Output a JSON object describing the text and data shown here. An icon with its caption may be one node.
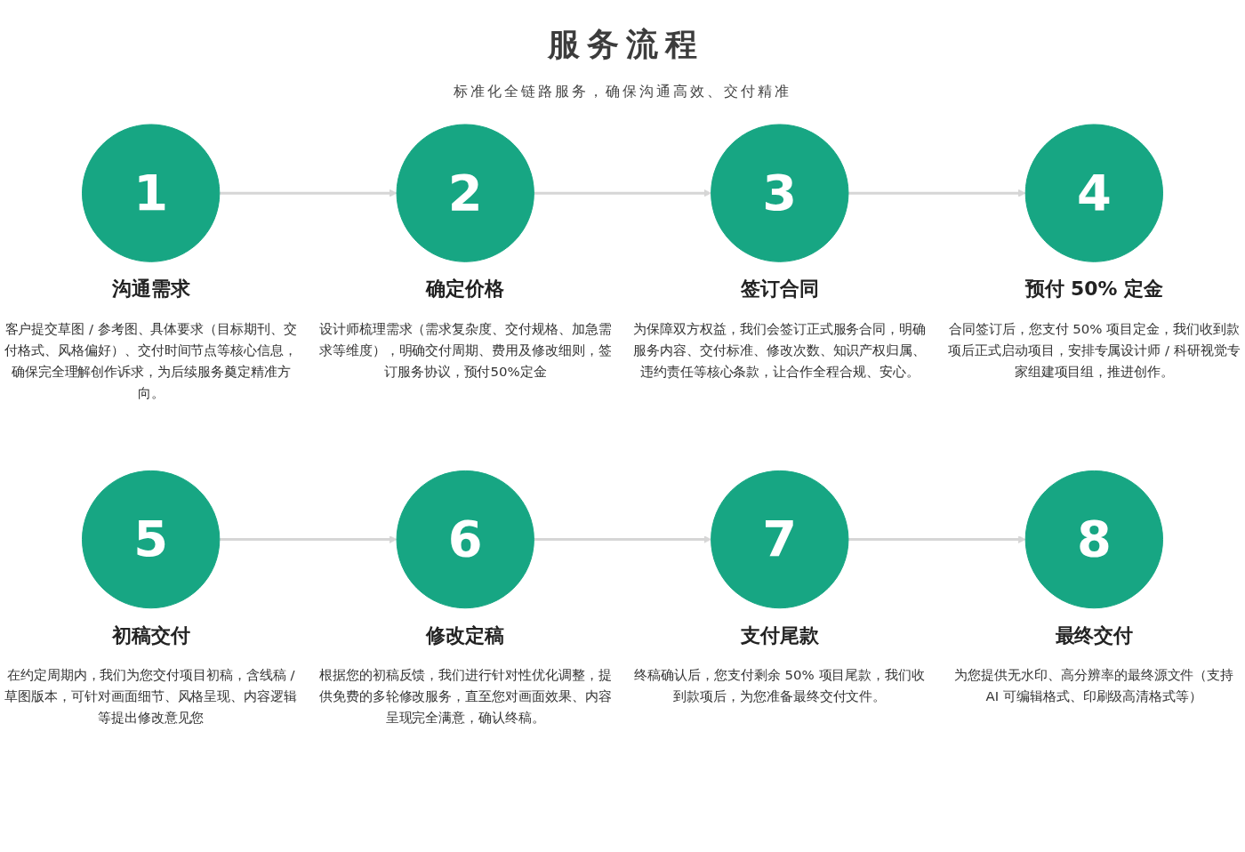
{
  "diagram": {
    "title": "服务流程",
    "nodes": [
      {
        "text": [
          "1"
        ],
        "beside": [
          "沟通需求",
          "客户提交草图 / 参考图、具体要求（目标期刊、交付格式、风格偏好）、交付时间节点等核心信息，确保完全理解创作诉求，为后续服务奠定精准方向。"
        ]
      },
      {
        "text": [
          "2"
        ],
        "beside": [
          "确定价格",
          "设计师梳理需求（需求复杂度、交付规格、加急需求等维度），明确交付周期、费用及修改细则，签订服务协议，预付50%定金"
        ]
      },
      {
        "text": [
          "3"
        ],
        "beside": [
          "签订合同",
          "为保障双方权益，我们会签订正式服务合同，明确服务内容、交付标准、修改次数、知识产权归属、违约责任等核心条款，让合作全程合规、安心。"
        ]
      },
      {
        "text": [
          "4"
        ],
        "beside": [
          "预付 50% 定金",
          "合同签订后，您支付 50% 项目定金，我们收到款项后正式启动项目，安排专属设计师 / 科研视觉专家组建项目组，推进创作。"
        ]
      },
      {
        "text": [
          "5"
        ],
        "beside": [
          "初稿交付",
          "在约定周期内，我们为您交付项目初稿，含线稿 / 草图版本，可针对画面细节、风格呈现、内容逻辑等提出修改意见您"
        ]
      },
      {
        "text": [
          "6"
        ],
        "beside": [
          "修改定稿",
          "根据您的初稿反馈，我们进行针对性优化调整，提供免费的多轮修改服务，直至您对画面效果、内容呈现完全满意，确认终稿。"
        ]
      },
      {
        "text": [
          "7"
        ],
        "beside": [
          "支付尾款",
          "终稿确认后，您支付剩余 50% 项目尾款，我们收到款项后，为您准备最终交付文件。"
        ]
      },
      {
        "text": [
          "8"
        ],
        "beside": [
          "最终交付",
          "为您提供无水印、高分辨率的最终源文件（支持 AI 可编辑格式、印刷级高清格式等）"
        ]
      }
    ],
    "edges": [
      {
        "from": 0,
        "to": 1,
        "arrow": "to"
      },
      {
        "from": 1,
        "to": 2,
        "arrow": "to"
      },
      {
        "from": 2,
        "to": 3,
        "arrow": "to"
      },
      {
        "from": 4,
        "to": 5,
        "arrow": "to"
      },
      {
        "from": 5,
        "to": 6,
        "arrow": "to"
      },
      {
        "from": 6,
        "to": 7,
        "arrow": "to"
      }
    ],
    "labels": [
      "标准化全链路服务，确保沟通高效、交付精准"
    ]
  }
}
